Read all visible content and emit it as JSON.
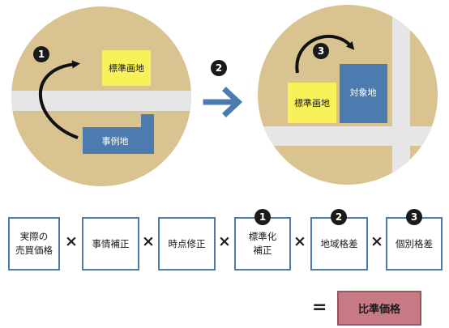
{
  "colors": {
    "circle": "#d9c390",
    "road": "#e6e6e6",
    "reference_site": "#f7f15a",
    "example_site": "#4c7bb0",
    "target_site": "#4c7bb0",
    "arrow": "#4c7bb0",
    "result": "#c77a84"
  },
  "left_scene": {
    "step": "1",
    "reference_label": "標準画地",
    "example_label": "事例地"
  },
  "transition_step": "2",
  "right_scene": {
    "step": "3",
    "reference_label": "標準画地",
    "target_label": "対象地"
  },
  "formula": {
    "factors": [
      {
        "lines": [
          "実際の",
          "売買価格"
        ],
        "step": ""
      },
      {
        "lines": [
          "事情補正"
        ],
        "step": ""
      },
      {
        "lines": [
          "時点修正"
        ],
        "step": ""
      },
      {
        "lines": [
          "標準化",
          "補正"
        ],
        "step": "1"
      },
      {
        "lines": [
          "地域格差"
        ],
        "step": "2"
      },
      {
        "lines": [
          "個別格差"
        ],
        "step": "3"
      }
    ],
    "operator": "×",
    "equals": "=",
    "result": "比準価格"
  }
}
